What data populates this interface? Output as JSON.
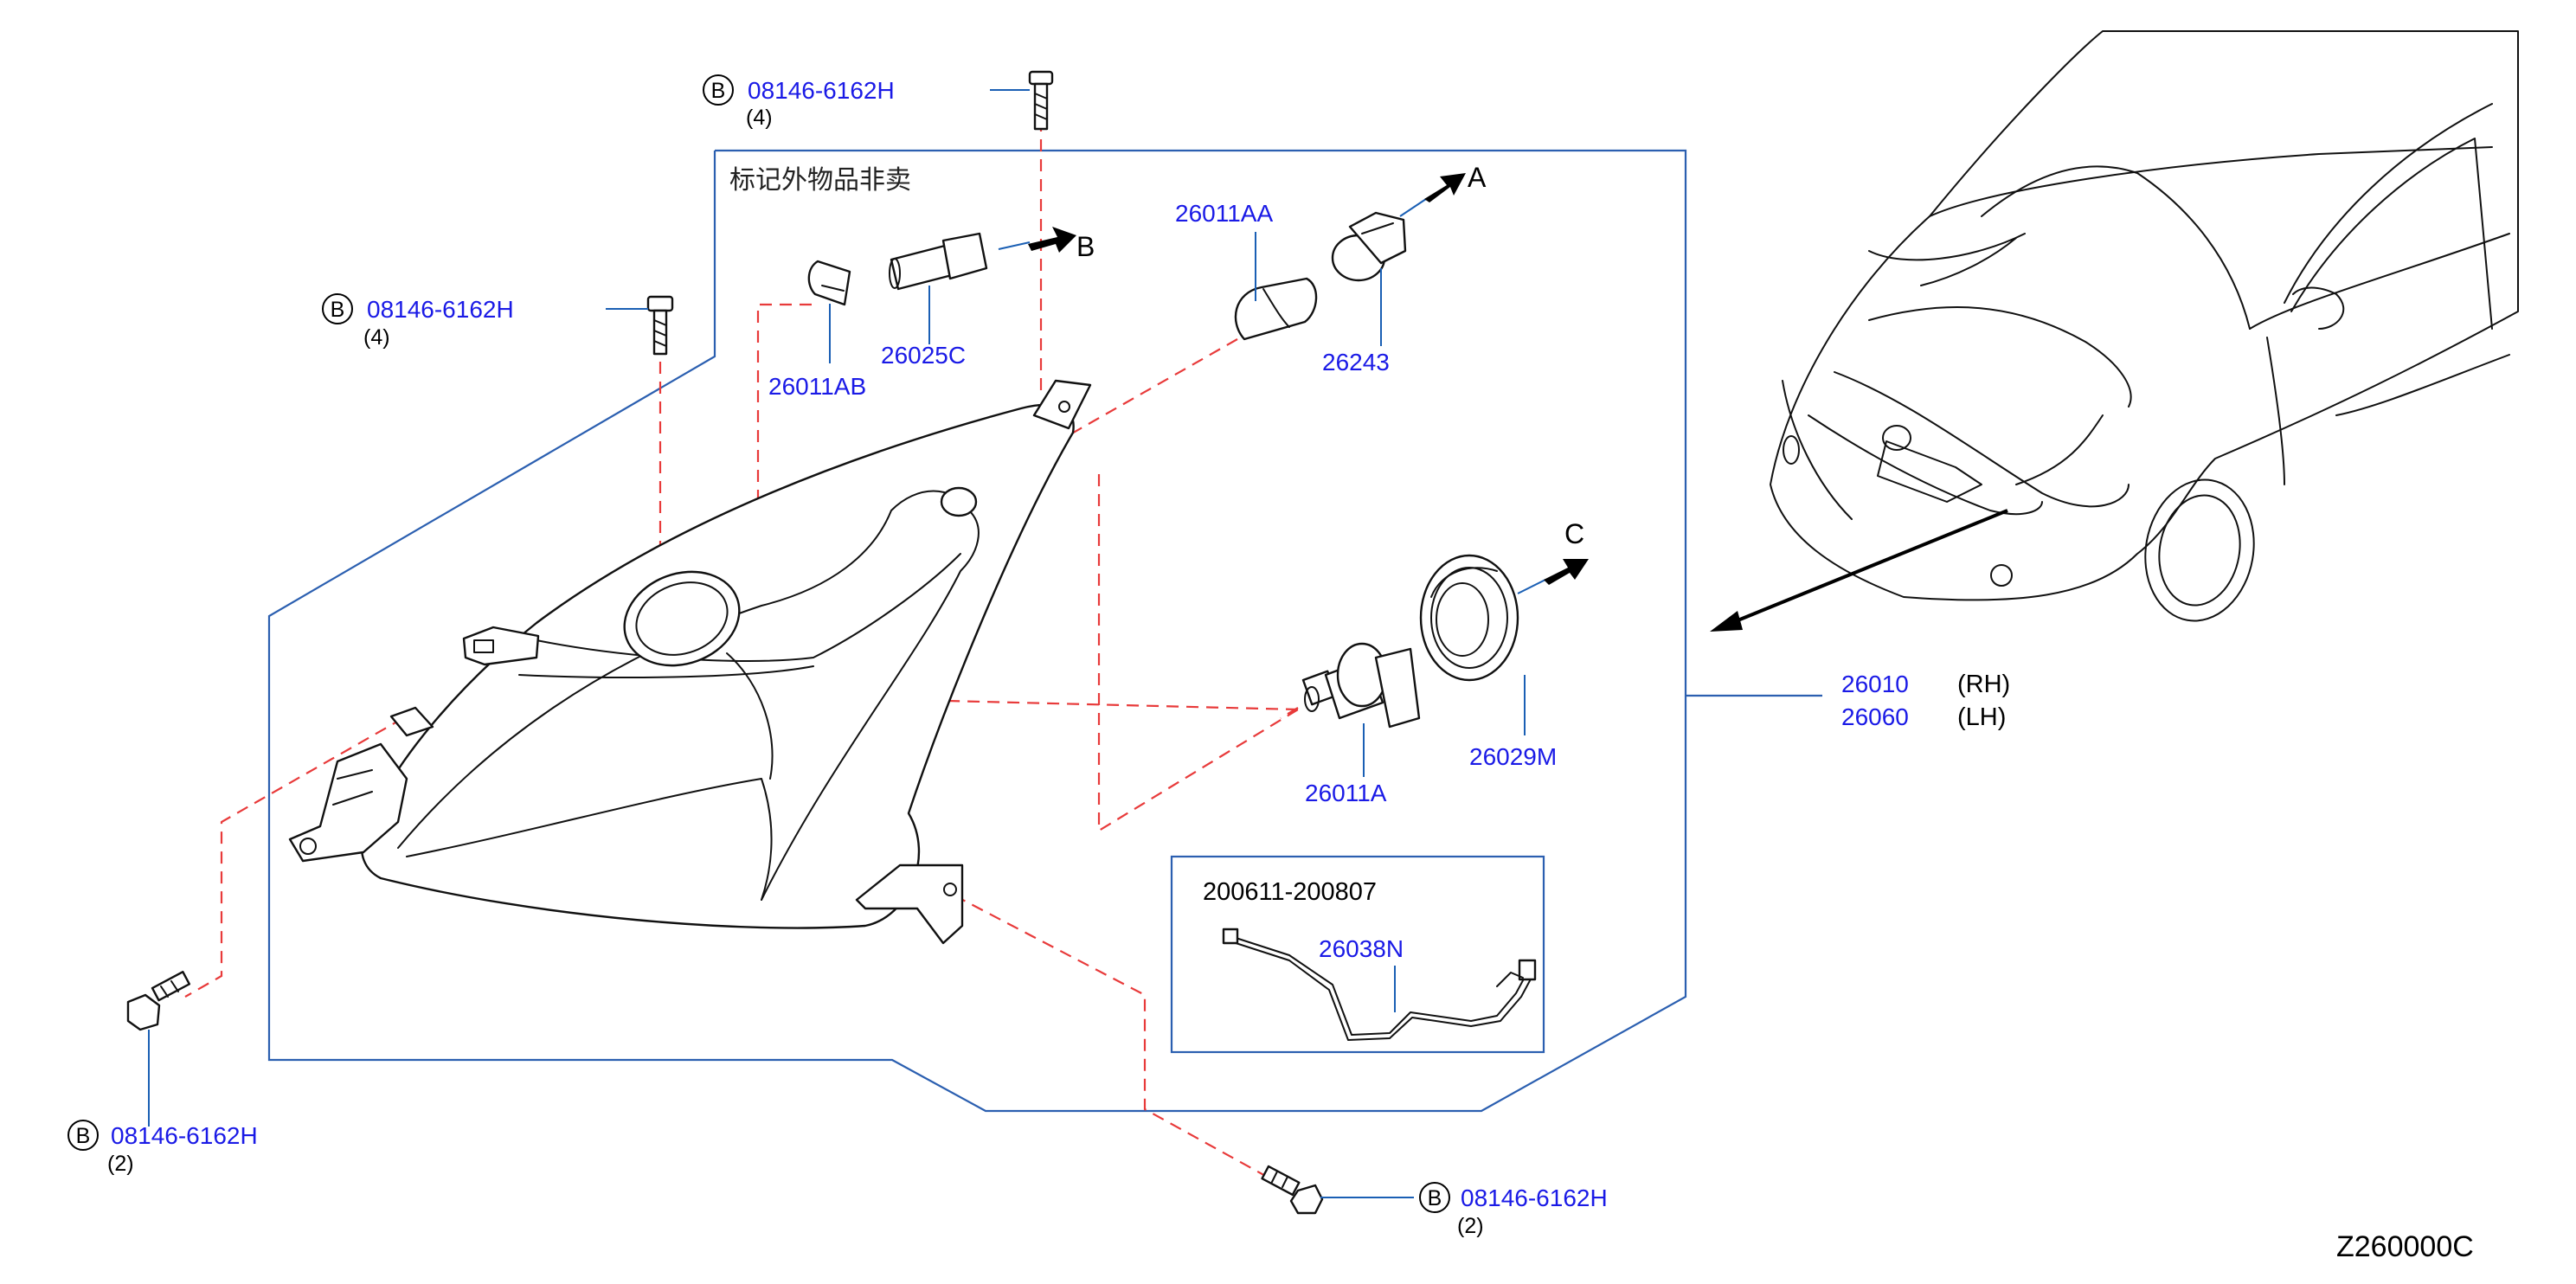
{
  "note": "标记外物品非卖",
  "bolt_ref": "B",
  "parts": {
    "bolt_top_center": {
      "number": "08146-6162H",
      "qty": "(4)"
    },
    "bolt_top_left": {
      "number": "08146-6162H",
      "qty": "(4)"
    },
    "bolt_bottom_left": {
      "number": "08146-6162H",
      "qty": "(2)"
    },
    "bolt_bottom_right": {
      "number": "08146-6162H",
      "qty": "(2)"
    },
    "bulb_small": "26011AB",
    "bulb_socket_small": "26025C",
    "bulb_amber": "26011AA",
    "bulb_socket_amber": "26243",
    "bulb_main": "26011A",
    "lamp_cap": "26029M",
    "harness": "26038N",
    "assembly_rh": "26010",
    "assembly_lh": "26060"
  },
  "sides": {
    "rh": "(RH)",
    "lh": "(LH)"
  },
  "callouts": {
    "a": "A",
    "b": "B",
    "c": "C"
  },
  "inset_date_range": "200611-200807",
  "diagram_code": "Z260000C"
}
